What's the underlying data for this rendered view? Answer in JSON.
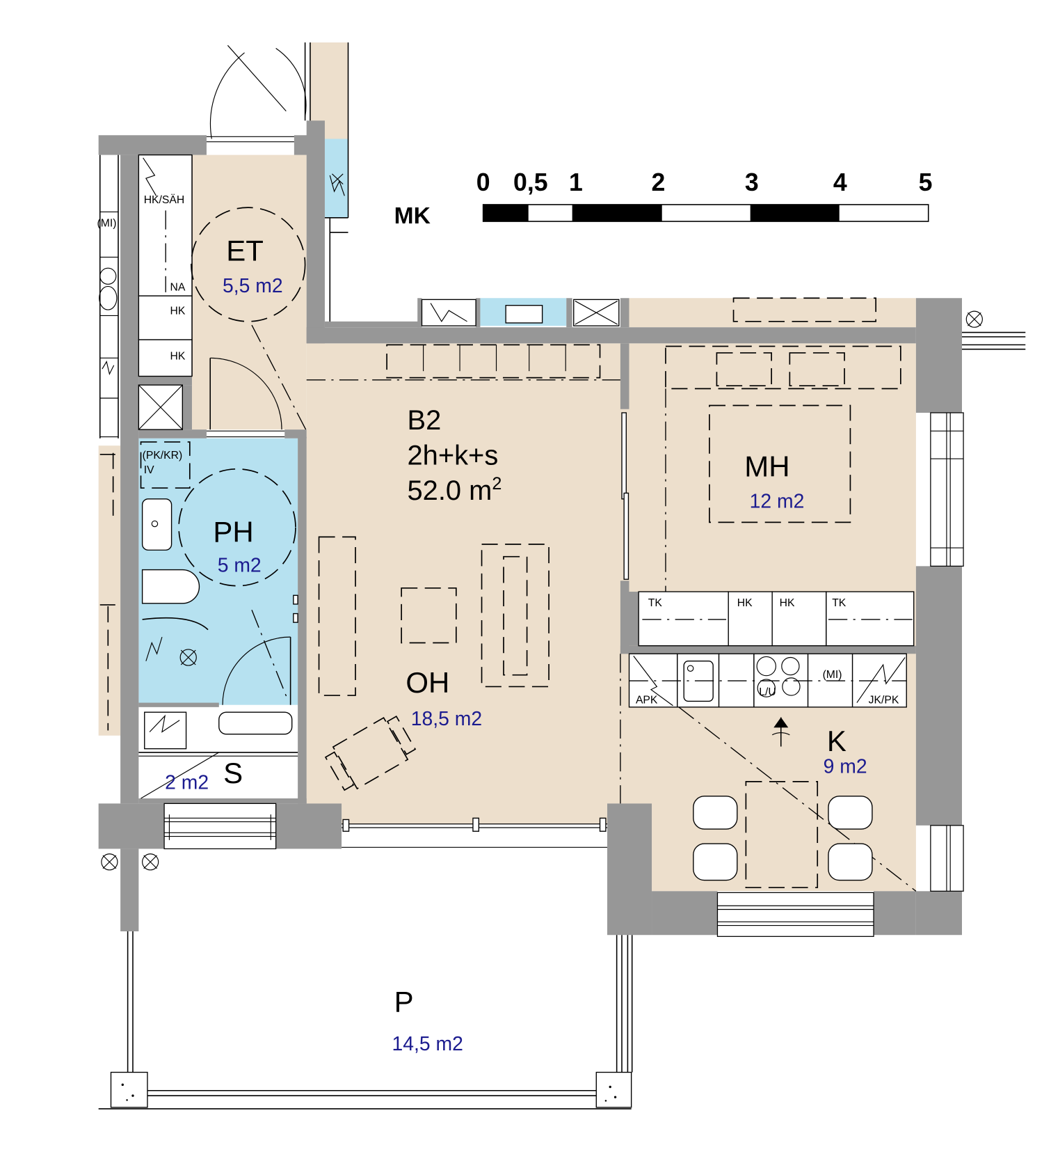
{
  "scale_bar": {
    "title": "MK",
    "ticks": [
      "0",
      "0,5",
      "1",
      "2",
      "3",
      "4",
      "5"
    ]
  },
  "apartment": {
    "code": "B2",
    "type": "2h+k+s",
    "area": "52.0 m",
    "area_sup": "2"
  },
  "rooms": {
    "et": {
      "name": "ET",
      "area": "5,5 m2"
    },
    "ph": {
      "name": "PH",
      "area": "5 m2"
    },
    "s": {
      "name": "S",
      "area": "2 m2"
    },
    "oh": {
      "name": "OH",
      "area": "18,5 m2"
    },
    "mh": {
      "name": "MH",
      "area": "12 m2"
    },
    "k": {
      "name": "K",
      "area": "9 m2"
    },
    "p": {
      "name": "P",
      "area": "14,5 m2"
    }
  },
  "fixture_labels": {
    "hk_sah": "HK/SÄH",
    "mi_left": "(MI)",
    "na": "NA",
    "hk_1": "HK",
    "hk_2": "HK",
    "pk_kr": "(PK/KR)",
    "iv": "IV",
    "tk_1": "TK",
    "hk_3": "HK",
    "hk_4": "HK",
    "tk_2": "TK",
    "apk": "APK",
    "lu": "L/U",
    "mi_kitchen": "(MI)",
    "jk_pk": "JK/PK"
  },
  "colors": {
    "wall": "#979797",
    "floor": "#eddfcc",
    "wet_room": "#b6e1f0",
    "area_text": "#1b1b8f",
    "line": "#000000"
  }
}
